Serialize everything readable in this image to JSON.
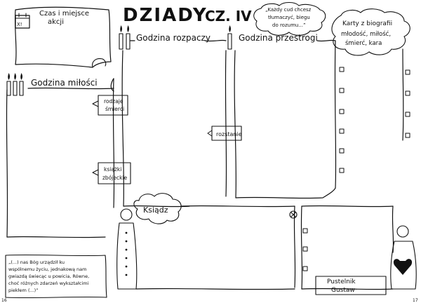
{
  "title": "DZIADY",
  "part": "CZ. IV",
  "time_place": {
    "line1": "Czas i miejsce",
    "line2": "akcji",
    "calendar_mark": "X!"
  },
  "hint": {
    "line1": "„Każdy cud chcesz",
    "line2": "tłumaczyć, biegu",
    "line3": "do rozumu...”"
  },
  "hours": {
    "despair": "Godzina rozpaczy",
    "warning": "Godzina przestrogi",
    "love": "Godzina miłości"
  },
  "bio_cards": {
    "line1": "Karty z biografii",
    "line2": "młodość, miłość,",
    "line3": "śmierć, kara"
  },
  "tags": {
    "deaths": {
      "line1": "rodzaje",
      "line2": "śmierci"
    },
    "parting": "rozstanie",
    "books": {
      "line1": "książki",
      "line2": "zbójeckie"
    }
  },
  "priest": "Ksiądz",
  "hermit": {
    "line1": "Pustelnik",
    "line2": "Gustaw"
  },
  "quote": {
    "line1": "„(...) nas Bóg urządził ku",
    "line2": "wspólnemu życiu, jednakową nam",
    "line3": "gwiazdą świecąc u powicia, Równe,",
    "line4": "choć różnych zdarzeń wykształcimi",
    "line5": "piekłem (...)”"
  },
  "page_numbers": {
    "left": "16",
    "right": "17"
  }
}
